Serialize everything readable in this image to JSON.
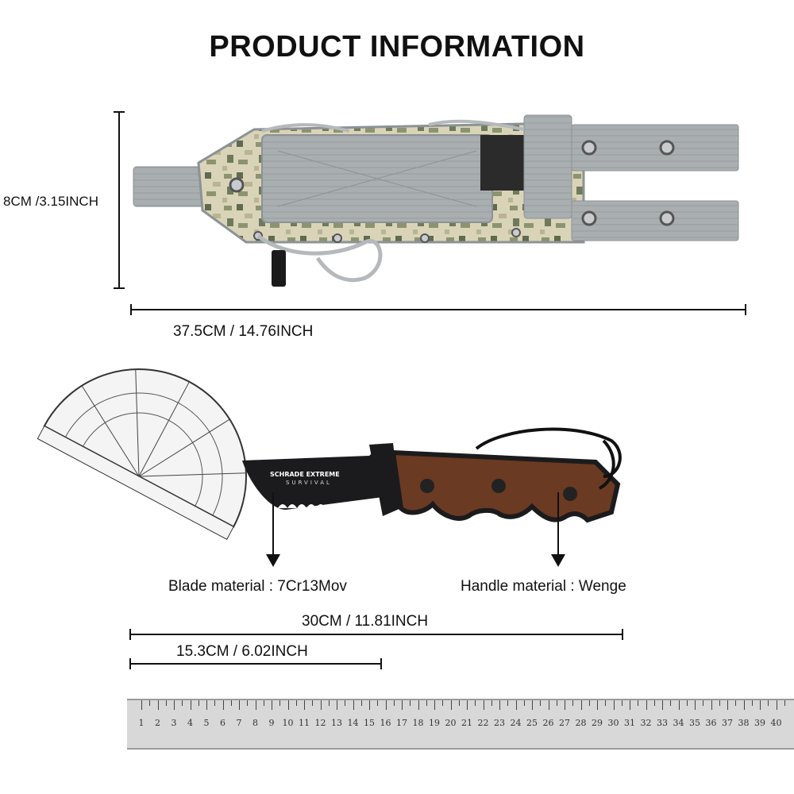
{
  "title": "PRODUCT INFORMATION",
  "sheath": {
    "height_label": "8CM /3.15INCH",
    "length_label": "37.5CM / 14.76INCH"
  },
  "knife": {
    "brand_line1": "SCHRADE EXTREME",
    "brand_line2": "SURVIVAL",
    "blade_material": "Blade material : 7Cr13Mov",
    "handle_material": "Handle material : Wenge",
    "total_length_label": "30CM / 11.81INCH",
    "blade_length_label": "15.3CM / 6.02INCH"
  },
  "ruler": {
    "numbers": [
      "1",
      "2",
      "3",
      "4",
      "5",
      "6",
      "7",
      "8",
      "9",
      "10",
      "11",
      "12",
      "13",
      "14",
      "15",
      "16",
      "17",
      "18",
      "19",
      "20",
      "21",
      "22",
      "23",
      "24",
      "25",
      "26",
      "27",
      "28",
      "29",
      "30",
      "31",
      "32",
      "33",
      "34",
      "35",
      "36",
      "37",
      "38",
      "39",
      "40"
    ]
  },
  "colors": {
    "camo_light": "#d9d4b8",
    "camo_dark": "#6f7a5c",
    "strap_gray": "#a9aeb0",
    "blade": "#1b1b1d",
    "wood": "#6b3a22"
  }
}
